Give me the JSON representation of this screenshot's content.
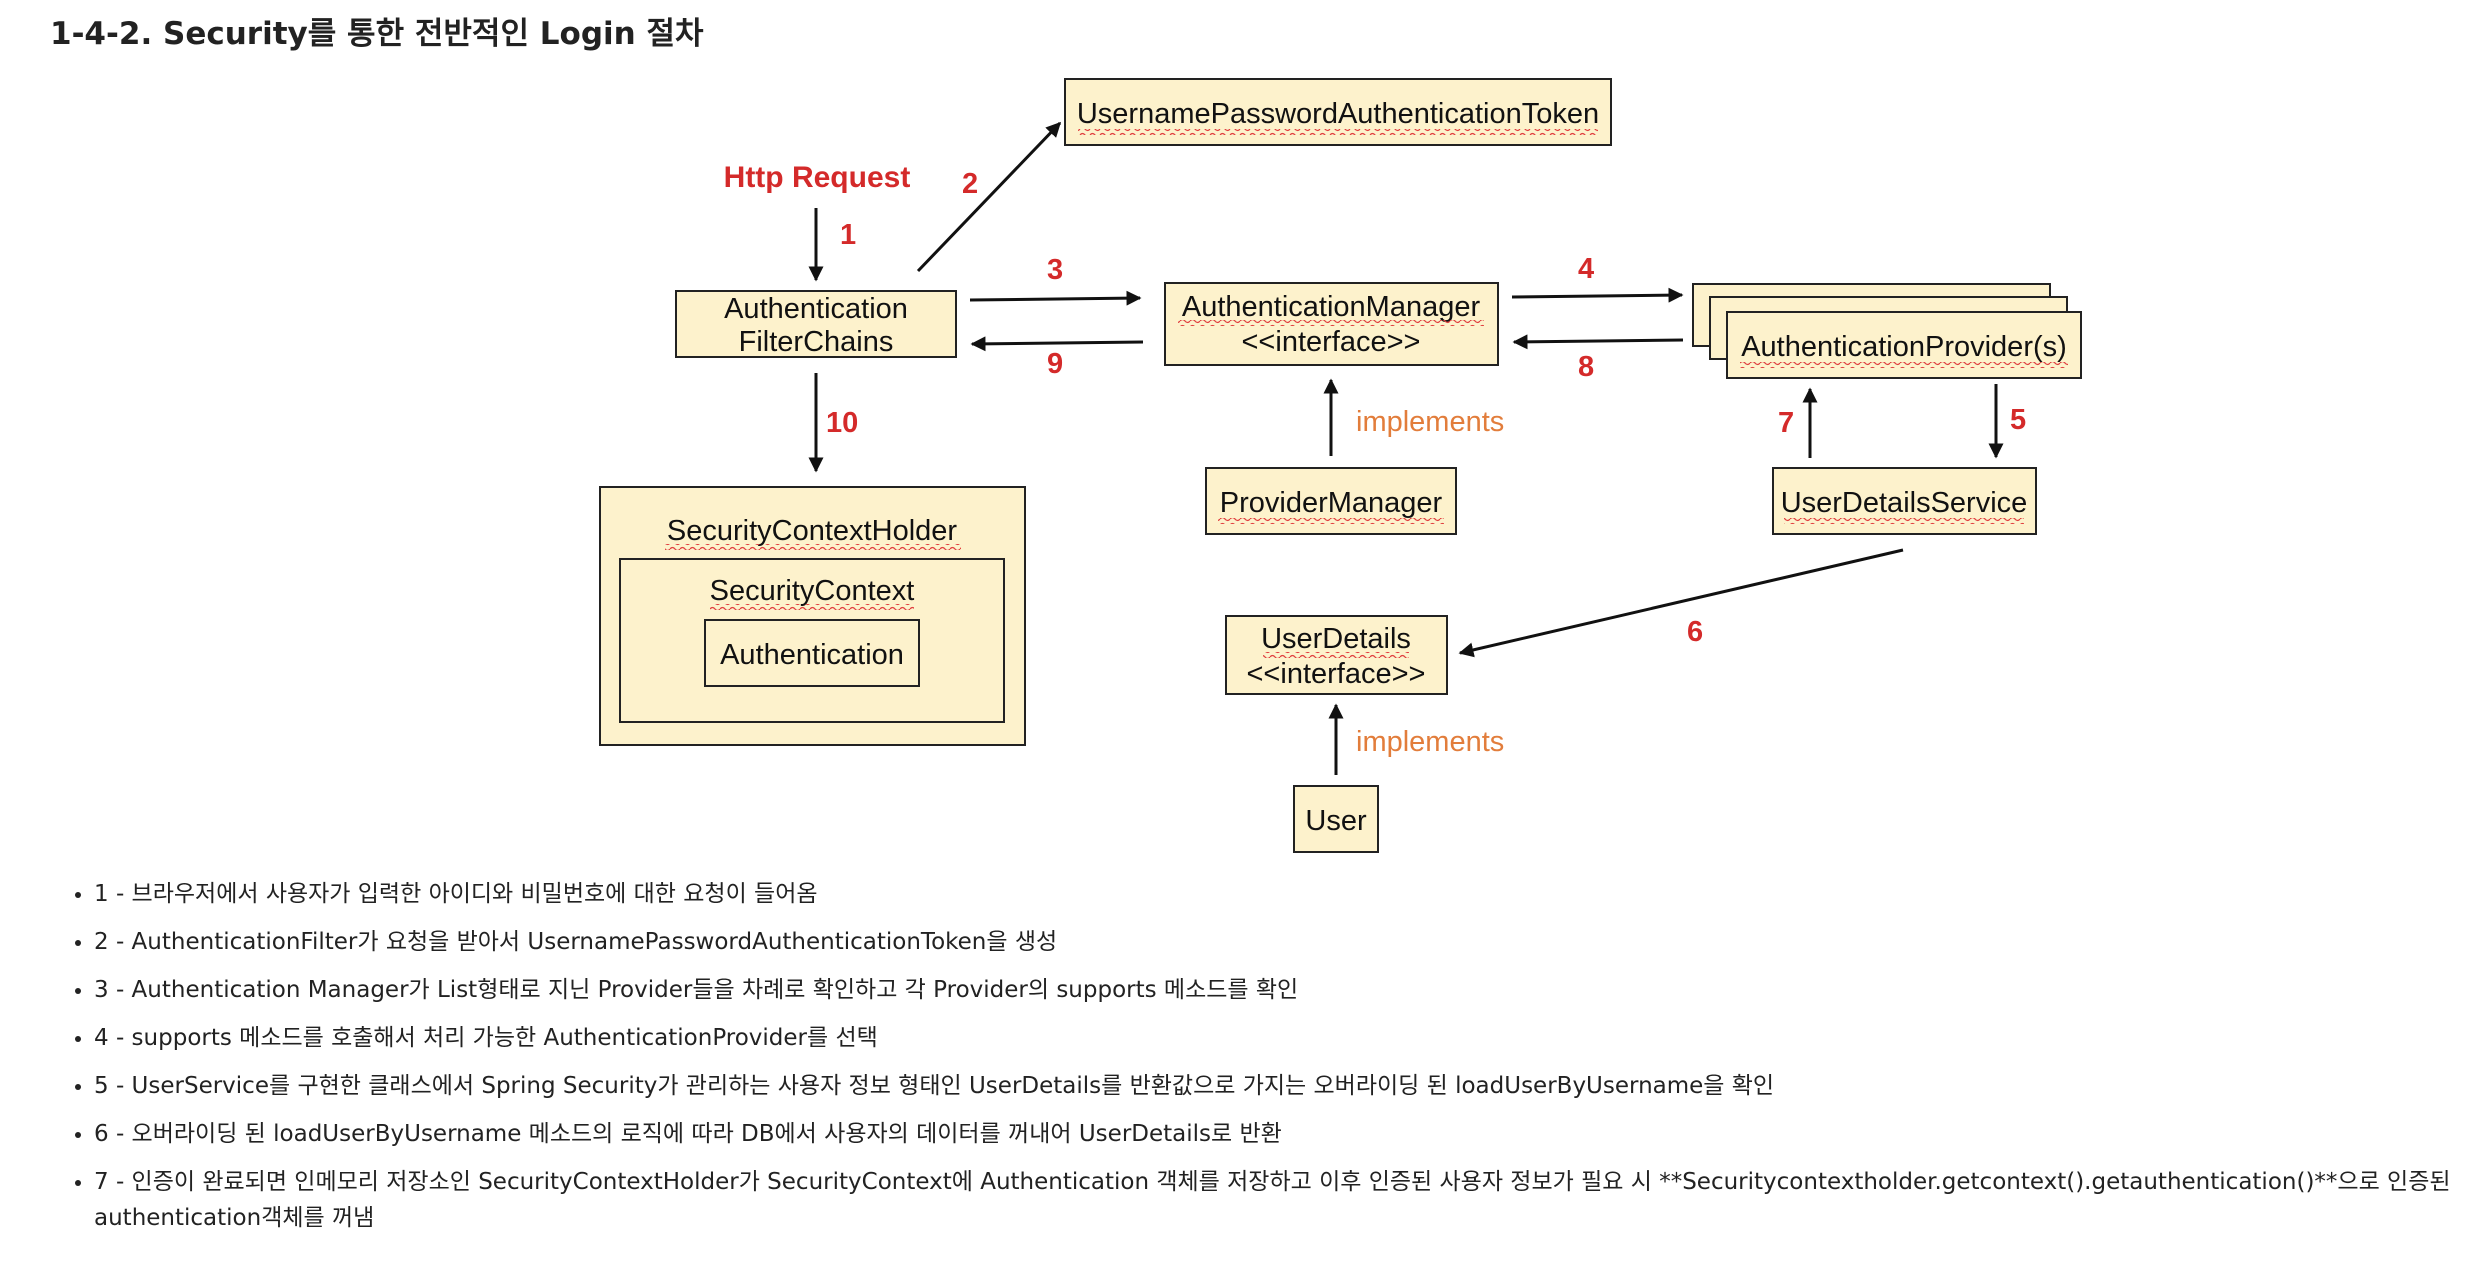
{
  "heading": "1-4-2. Security를 통한 전반적인 Login 절차",
  "diagram": {
    "http_request": "Http Request",
    "nodes": {
      "token": "UsernamePasswordAuthenticationToken",
      "filter_line1": "Authentication",
      "filter_line2": "FilterChains",
      "manager_line1": "AuthenticationManager",
      "manager_line2": "<<interface>>",
      "provider": "AuthenticationProvider(s)",
      "provider_manager": "ProviderManager",
      "user_details_service": "UserDetailsService",
      "context_holder": "SecurityContextHolder",
      "context": "SecurityContext",
      "authentication": "Authentication",
      "user_details_line1": "UserDetails",
      "user_details_line2": "<<interface>>",
      "user": "User"
    },
    "implements_label": "implements",
    "step_numbers": [
      "1",
      "2",
      "3",
      "4",
      "5",
      "6",
      "7",
      "8",
      "9",
      "10"
    ]
  },
  "steps": [
    "1 - 브라우저에서 사용자가 입력한 아이디와 비밀번호에 대한 요청이 들어옴",
    "2 - AuthenticationFilter가 요청을 받아서 UsernamePasswordAuthenticationToken을 생성",
    "3 - Authentication Manager가 List형태로 지닌 Provider들을 차례로 확인하고 각 Provider의 supports 메소드를 확인",
    "4 - supports 메소드를 호출해서 처리 가능한 AuthenticationProvider를 선택",
    "5 - UserService를 구현한 클래스에서 Spring Security가 관리하는 사용자 정보 형태인 UserDetails를 반환값으로 가지는 오버라이딩 된 loadUserByUsername을 확인",
    "6 - 오버라이딩 된 loadUserByUsername 메소드의 로직에 따라 DB에서 사용자의 데이터를 꺼내어 UserDetails로 반환",
    "7 - 인증이 완료되면 인메모리 저장소인 SecurityContextHolder가 SecurityContext에 Authentication 객체를 저장하고 이후 인증된 사용자 정보가 필요 시 **Securitycontextholder.getcontext().getauthentication()**으로 인증된 authentication객체를 꺼냄"
  ]
}
